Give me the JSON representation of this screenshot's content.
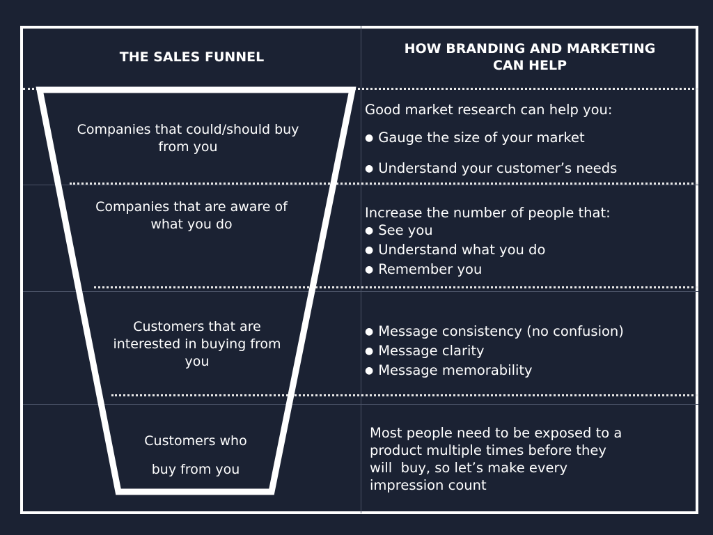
{
  "headers": {
    "left": "THE SALES FUNNEL",
    "right_line1": "HOW BRANDING AND MARKETING",
    "right_line2": "CAN HELP"
  },
  "funnel": {
    "stage1": [
      "Companies that could/should buy",
      "from you"
    ],
    "stage2": [
      "Companies that are aware of",
      "what you do"
    ],
    "stage3": [
      "Customers that are",
      "interested in buying from",
      "you"
    ],
    "stage4": [
      "Customers who",
      "buy from you"
    ]
  },
  "help": {
    "row1": {
      "intro": "Good market research can help you:",
      "bullets": [
        "Gauge the size of your market",
        "Understand your customer’s needs"
      ]
    },
    "row2": {
      "intro": "Increase the number of people that:",
      "bullets": [
        "See you",
        "Understand what you do",
        "Remember you"
      ]
    },
    "row3": {
      "bullets": [
        "Message consistency (no confusion)",
        "Message clarity",
        "Message memorability"
      ]
    },
    "row4": {
      "lines": [
        "Most people need to be exposed to a",
        "product multiple times before they",
        "will  buy, so let’s make every",
        "impression count"
      ]
    }
  },
  "colors": {
    "background": "#1b2233",
    "lines": "#ffffff"
  }
}
